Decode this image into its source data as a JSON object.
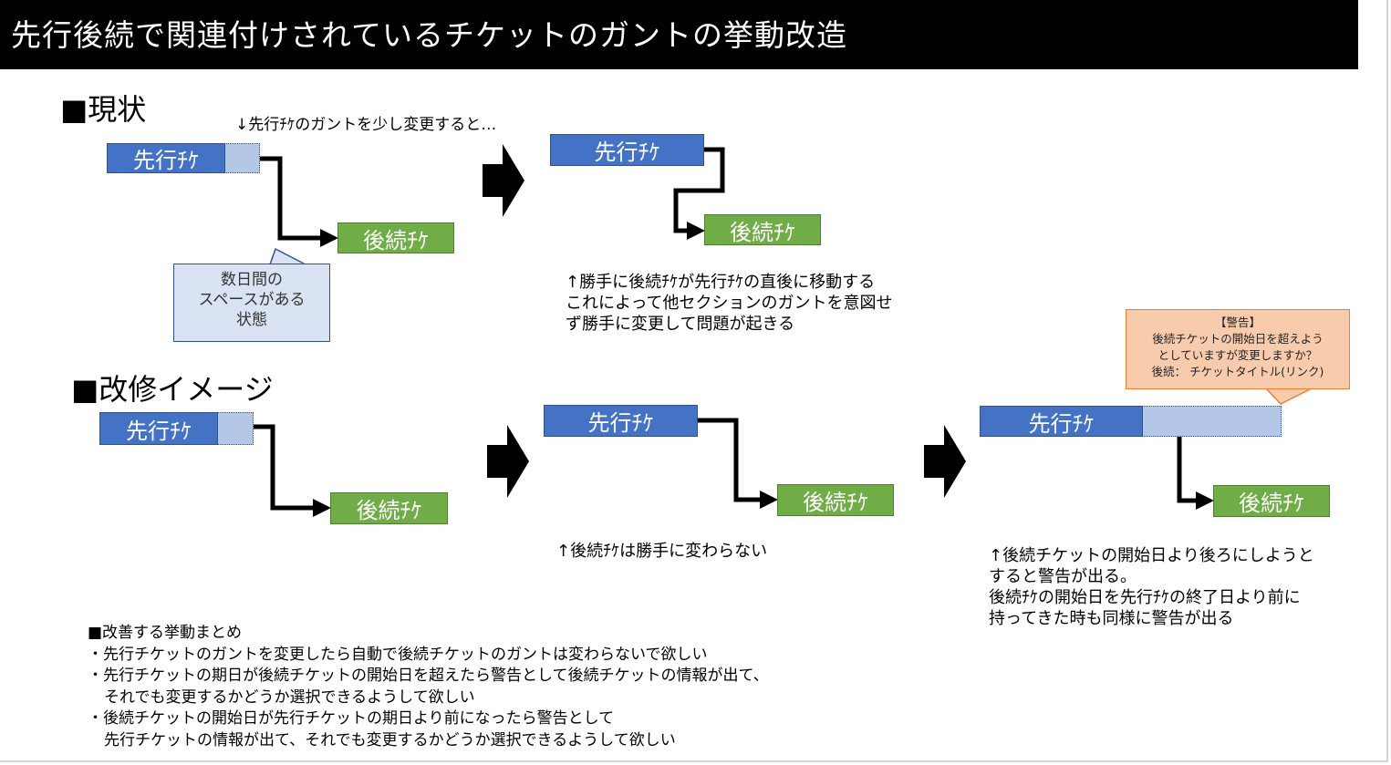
{
  "title": "先行後続で関連付けされているチケットのガントの挙動改造",
  "section_current": "■現状",
  "section_improve": "■改修イメージ",
  "note_change": "↓先行ﾁｹのガントを少し変更すると…",
  "labels": {
    "predecessor": "先行ﾁｹ",
    "successor": "後続ﾁｹ"
  },
  "callout_space": [
    "数日間の",
    "スペースがある",
    "状態"
  ],
  "current_result": [
    "↑勝手に後続ﾁｹが先行ﾁｹの直後に移動する",
    "これによって他セクションのガントを意図せ",
    "ず勝手に変更して問題が起きる"
  ],
  "improve_result": "↑後続ﾁｹは勝手に変わらない",
  "warning_callout": [
    "【警告】",
    "後続チケットの開始日を超えよう",
    "としていますが変更しますか？",
    "後続： チケットタイトル(リンク)"
  ],
  "warning_result": [
    "↑後続チケットの開始日より後ろにしようと",
    "すると警告が出る。",
    "後続ﾁｹの開始日を先行ﾁｹの終了日より前に",
    "持ってきた時も同様に警告が出る"
  ],
  "summary": {
    "heading": "■改善する挙動まとめ",
    "lines": [
      "・先行チケットのガントを変更したら自動で後続チケットのガントは変わらないで欲しい",
      "・先行チケットの期日が後続チケットの開始日を超えたら警告として後続チケットの情報が出て、",
      "それでも変更するかどうか選択できるようして欲しい",
      "・後続チケットの開始日が先行チケットの期日より前になったら警告として",
      "先行チケットの情報が出て、それでも変更するかどうか選択できるようして欲しい"
    ]
  },
  "colors": {
    "predecessor_fill": "#4472c4",
    "successor_fill": "#70ad47",
    "space_fill": "#b4c7e7",
    "callout_blue": "#dae3f3",
    "callout_orange": "#f8cbad"
  }
}
